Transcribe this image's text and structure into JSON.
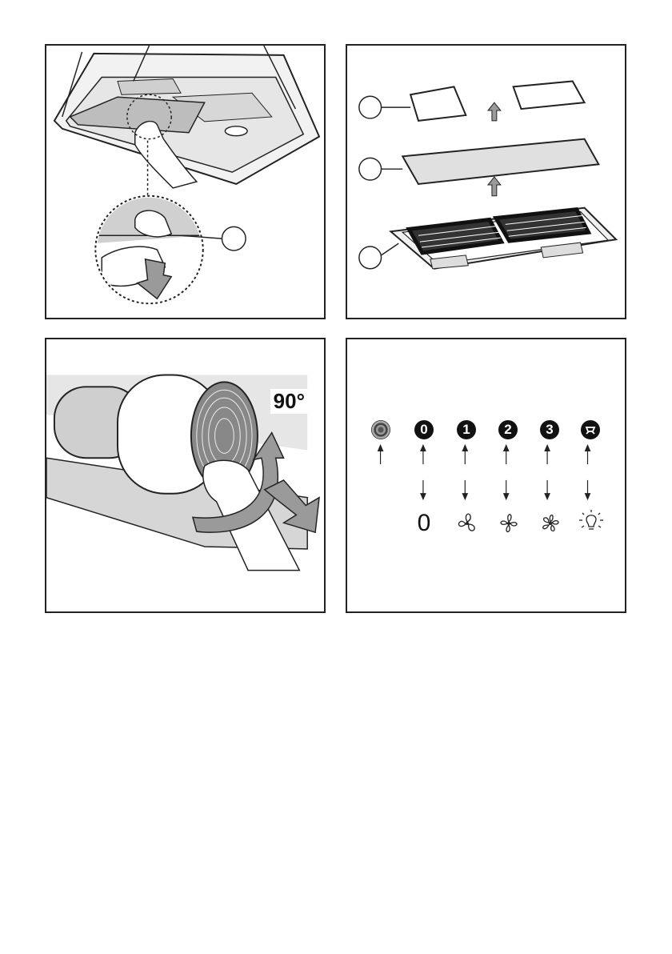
{
  "panels": [
    {
      "id": "filter-removal",
      "callouts": [
        ""
      ]
    },
    {
      "id": "filter-exploded",
      "callouts": [
        "",
        "",
        ""
      ]
    },
    {
      "id": "charcoal-filter-rotate",
      "angle_label": "90°"
    },
    {
      "id": "controls",
      "buttons": [
        {
          "name": "light-dimmer",
          "label": ""
        },
        {
          "name": "off",
          "label": "0"
        },
        {
          "name": "speed-1",
          "label": "1"
        },
        {
          "name": "speed-2",
          "label": "2"
        },
        {
          "name": "speed-3",
          "label": "3"
        },
        {
          "name": "light",
          "label": ""
        }
      ],
      "modes": [
        {
          "name": "off-mode",
          "label": "0",
          "icon": "zero-symbol"
        },
        {
          "name": "fan-speed-1",
          "icon": "fan-icon"
        },
        {
          "name": "fan-speed-2",
          "icon": "fan-icon"
        },
        {
          "name": "fan-speed-3",
          "icon": "fan-icon"
        },
        {
          "name": "light-on",
          "icon": "lamp-icon"
        }
      ]
    }
  ],
  "colors": {
    "stroke": "#222222",
    "grey_surface": "#d9d9d9",
    "arrow_fill": "#9a9a9a"
  }
}
